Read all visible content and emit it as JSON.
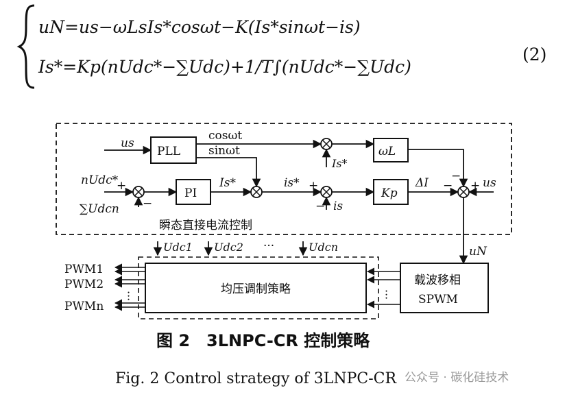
{
  "equation": {
    "line1": "uN=us−ωLsIs*cosωt−K(Is*sinωt−is)",
    "line2": "Is*=Kp(nUdc*−∑Udc)+1/T∫(nUdc*−∑Udc)",
    "number": "(2)"
  },
  "diagram": {
    "outer_block_label": "瞬态直接电流控制",
    "inputs": {
      "us": "us",
      "nUdc_ref": "nUdc*",
      "sumUdcn": "∑Udcn",
      "us_right": "us"
    },
    "blocks": {
      "pll": "PLL",
      "pi": "PI",
      "wl": "ωL",
      "kp": "Kp",
      "balance": "均压调制策略",
      "spwm_line1": "载波移相",
      "spwm_line2": "SPWM"
    },
    "signals": {
      "cos": "cosωt",
      "sin": "sinωt",
      "Is_ref_top": "Is*",
      "Is_ref_mid": "Is*",
      "is_ref": "is*",
      "is_fb": "is",
      "delta_i": "ΔI",
      "uN": "uN",
      "udc1": "Udc1",
      "udc2": "Udc2",
      "dots": "···",
      "udcn": "Udcn"
    },
    "outputs": [
      "PWM1",
      "PWM2",
      "PWMn"
    ],
    "signs": {
      "plus": "+",
      "minus": "−"
    }
  },
  "captions": {
    "cn": "图 2　3LNPC-CR 控制策略",
    "en": "Fig. 2 Control strategy of 3LNPC-CR"
  },
  "watermark": "公众号 · 碳化硅技术"
}
